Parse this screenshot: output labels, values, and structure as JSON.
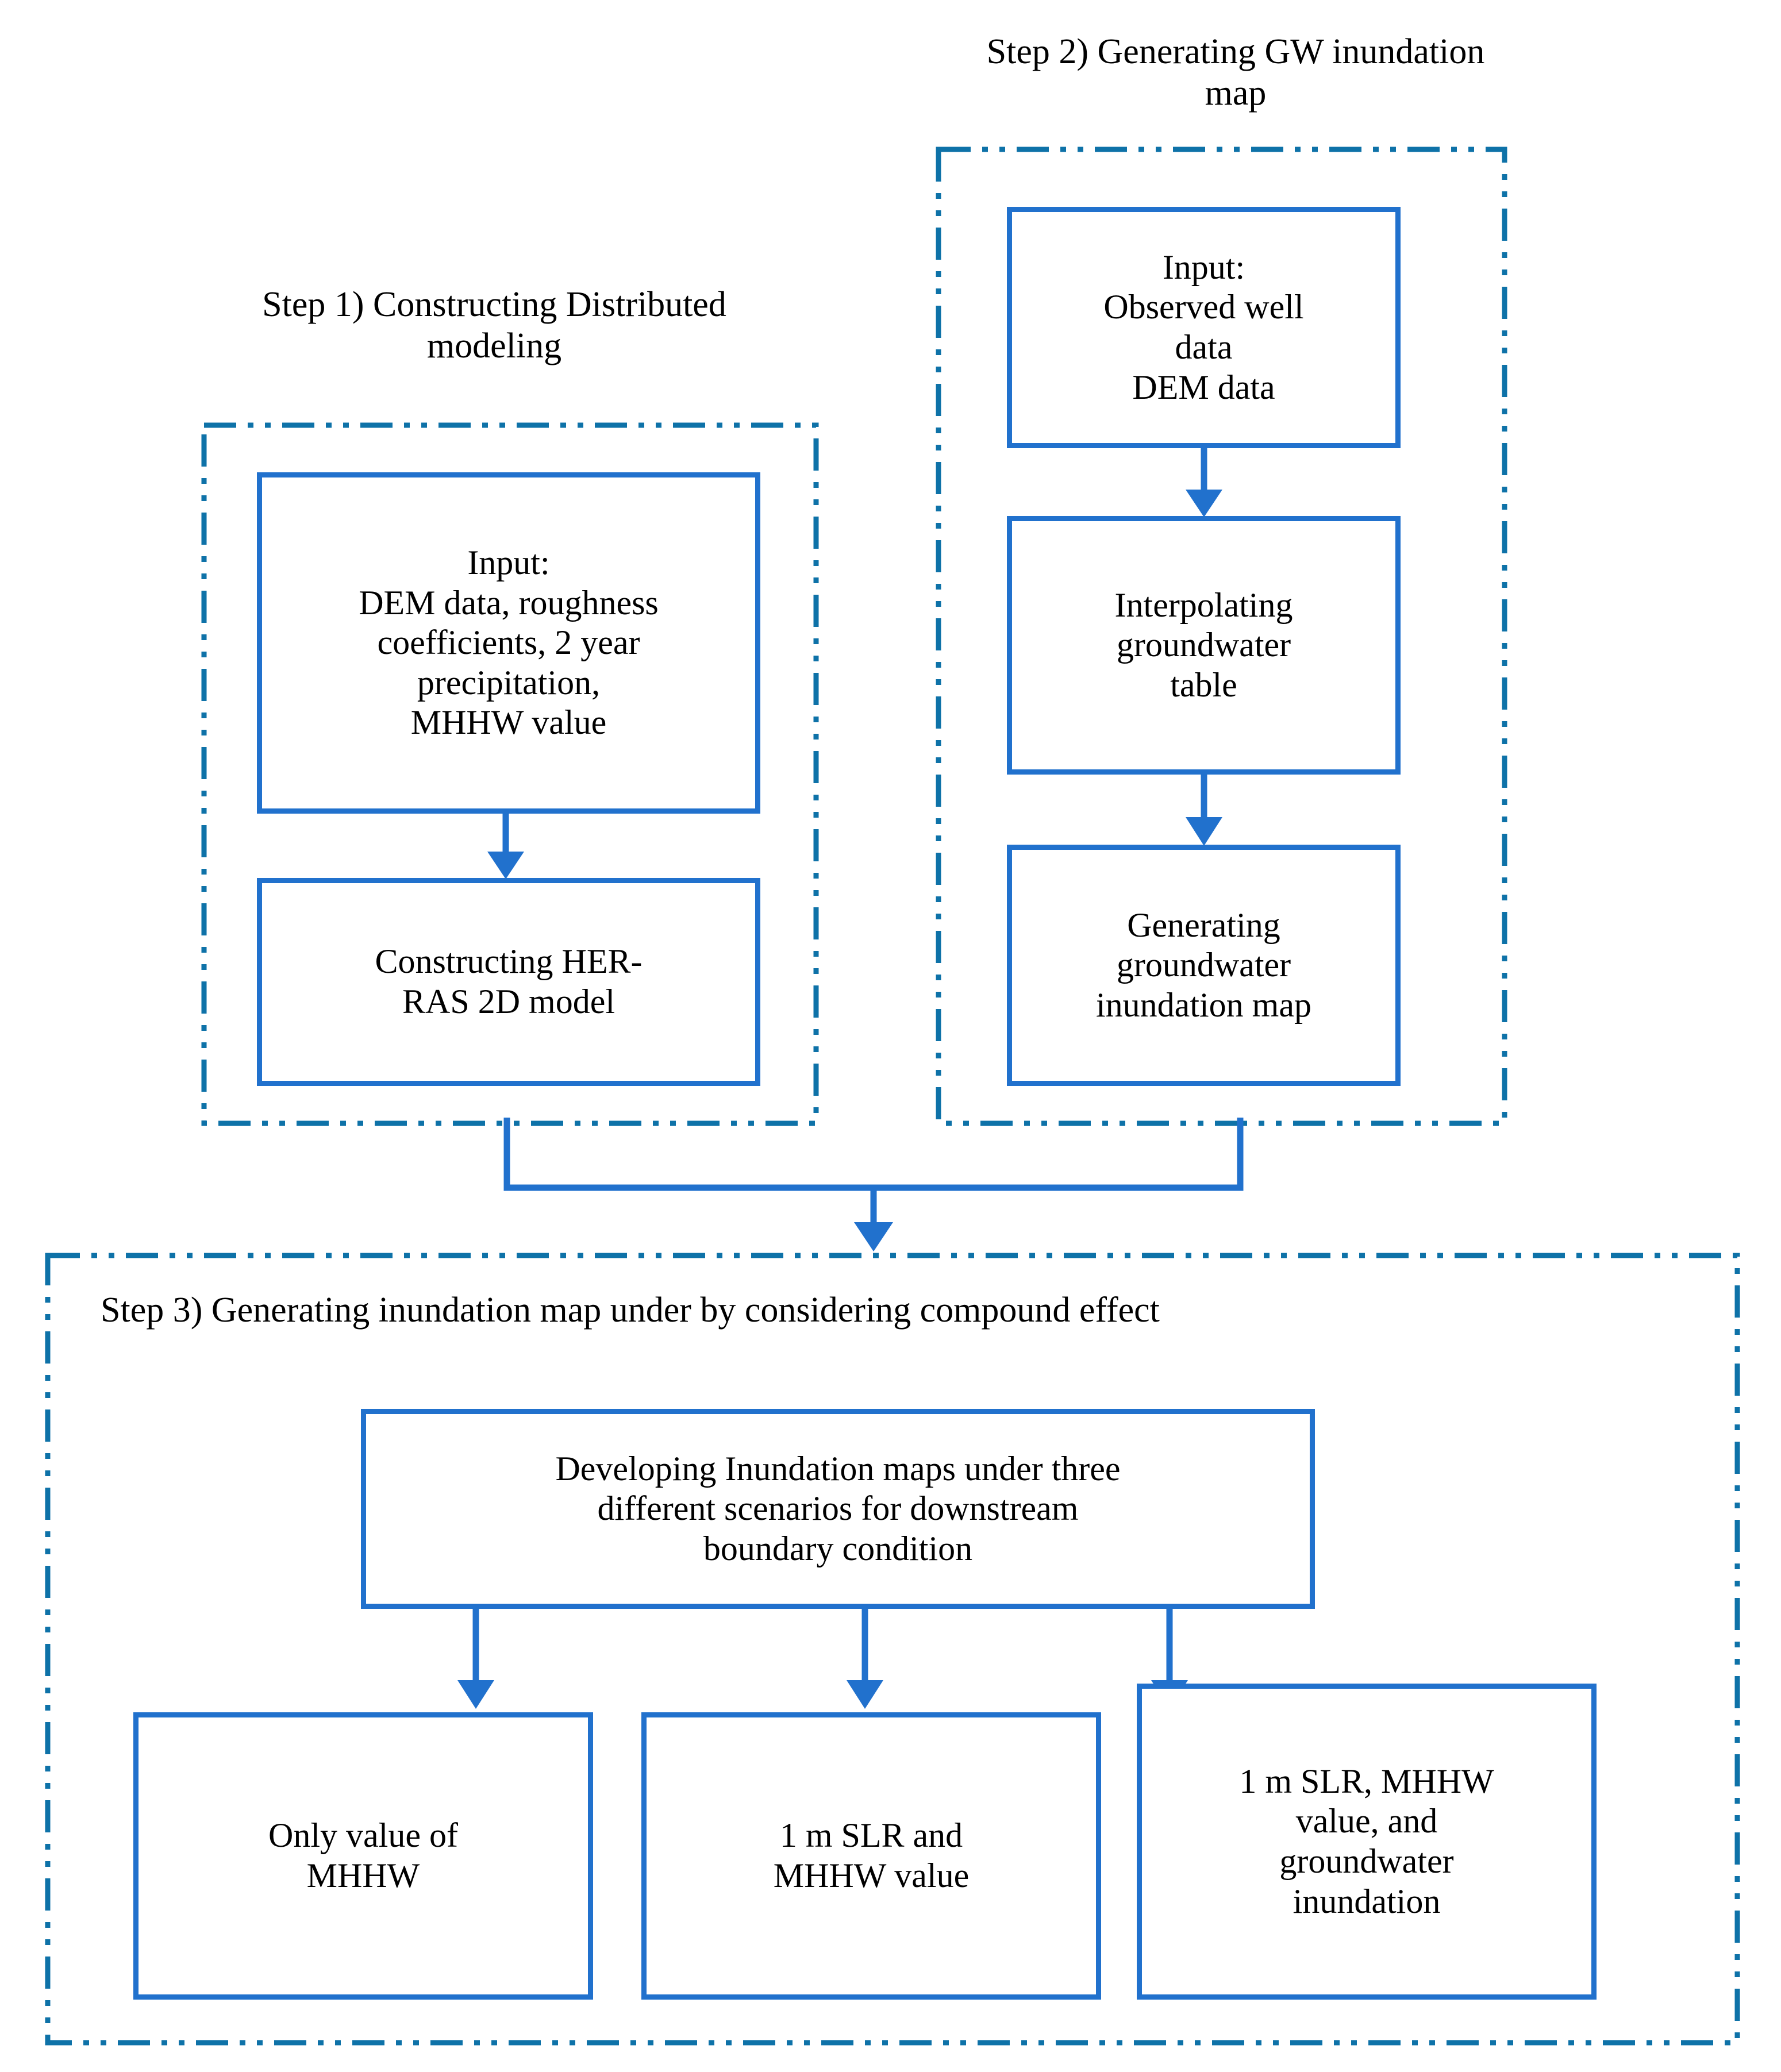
{
  "figure": {
    "type": "flowchart",
    "accent_box_color": "#2171CD",
    "accent_group_color": "#0E72A8",
    "background": "#ffffff",
    "text_color": "#000000"
  },
  "steps": [
    {
      "id": "step1",
      "heading": "Step 1) Constructing Distributed\nmodeling",
      "heading_placement": "above-region",
      "boxes": [
        {
          "id": "s1b1",
          "text": "Input:\nDEM data, roughness\ncoefficients, 2 year\nprecipitation,\nMHHW value"
        },
        {
          "id": "s1b2",
          "text": "Constructing HER-\nRAS 2D model"
        }
      ]
    },
    {
      "id": "step2",
      "heading": "Step 2) Generating GW inundation\nmap",
      "heading_placement": "above-region",
      "boxes": [
        {
          "id": "s2b1",
          "text": "Input:\nObserved well\ndata\nDEM data"
        },
        {
          "id": "s2b2",
          "text": "Interpolating\ngroundwater\ntable"
        },
        {
          "id": "s2b3",
          "text": "Generating\ngroundwater\ninundation map"
        }
      ]
    },
    {
      "id": "step3",
      "heading": "Step 3) Generating inundation map under by considering compound effect",
      "heading_placement": "inside-region",
      "boxes": [
        {
          "id": "s3b1",
          "text": "Developing Inundation maps under three\ndifferent scenarios for downstream\nboundary condition"
        },
        {
          "id": "s3b2",
          "text": "Only value of\nMHHW"
        },
        {
          "id": "s3b3",
          "text": "1 m SLR and\nMHHW value"
        },
        {
          "id": "s3b4",
          "text": "1 m SLR,  MHHW\nvalue, and\ngroundwater\ninundation"
        }
      ]
    }
  ],
  "connectors": [
    {
      "id": "c1",
      "from": "s1b1",
      "to": "s1b2",
      "kind": "arrow-down"
    },
    {
      "id": "c2",
      "from": "s2b1",
      "to": "s2b2",
      "kind": "arrow-down"
    },
    {
      "id": "c3",
      "from": "s2b2",
      "to": "s2b3",
      "kind": "arrow-down"
    },
    {
      "id": "c4",
      "from": "step1+step2",
      "to": "step3",
      "kind": "merge-arrow-down"
    },
    {
      "id": "c5",
      "from": "s3b1",
      "to": "s3b2",
      "kind": "branch-arrow-down"
    },
    {
      "id": "c6",
      "from": "s3b1",
      "to": "s3b3",
      "kind": "branch-arrow-down"
    },
    {
      "id": "c7",
      "from": "s3b1",
      "to": "s3b4",
      "kind": "branch-arrow-down"
    }
  ]
}
